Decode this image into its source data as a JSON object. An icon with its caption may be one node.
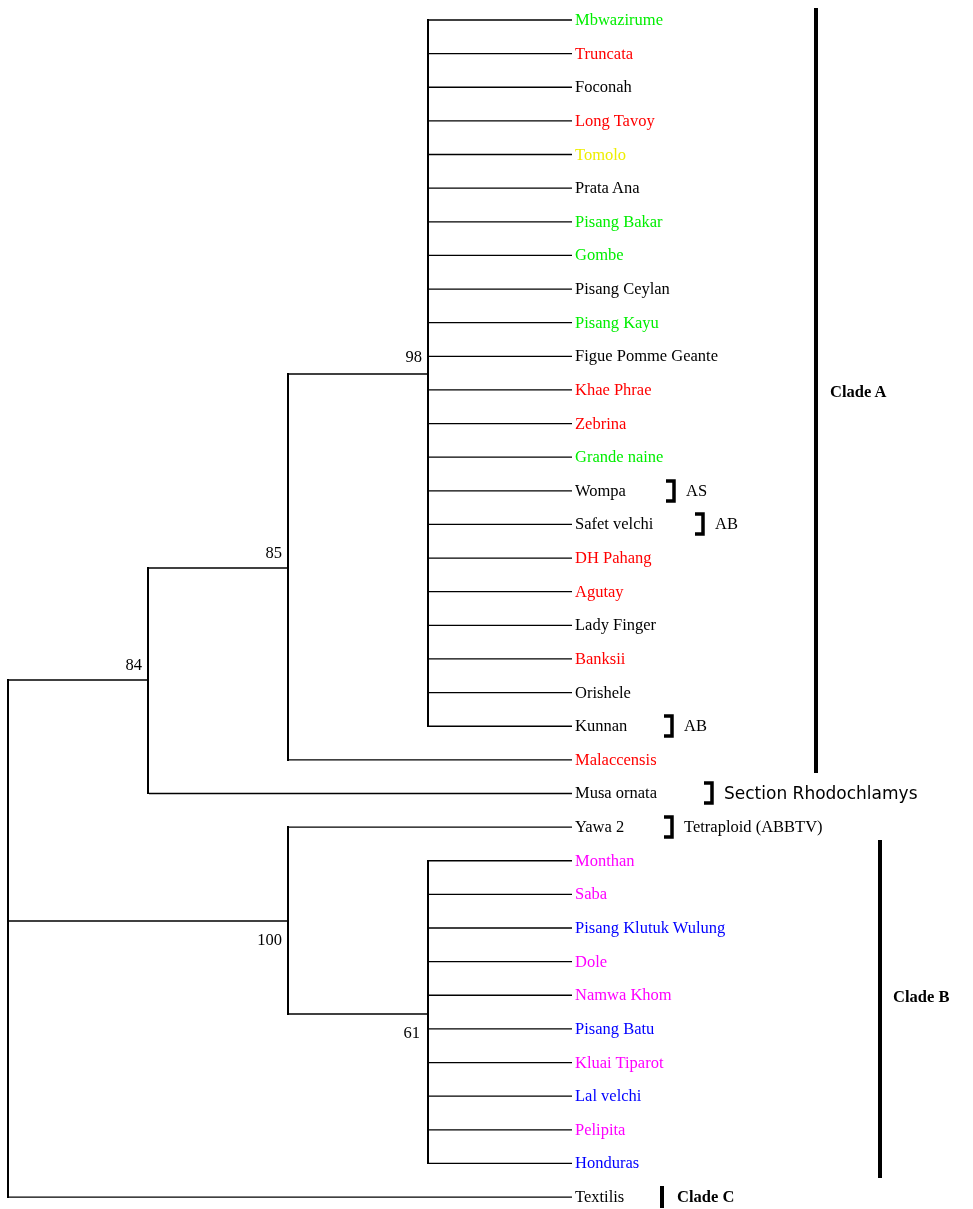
{
  "diagram": {
    "nodes": [
      {
        "text": [],
        "shape": "bar"
      },
      {
        "text": [],
        "shape": "bar",
        "beside": [
          "84"
        ]
      },
      {
        "text": [],
        "shape": "bar",
        "beside": [
          "85"
        ]
      },
      {
        "text": [],
        "shape": "bar",
        "beside": [
          "98"
        ]
      },
      {
        "text": [
          "Mbwazirume"
        ]
      },
      {
        "text": [
          "Truncata"
        ]
      },
      {
        "text": [
          "Foconah"
        ]
      },
      {
        "text": [
          "Long Tavoy"
        ]
      },
      {
        "text": [
          "Tomolo"
        ]
      },
      {
        "text": [
          "Prata Ana"
        ]
      },
      {
        "text": [
          "Pisang Bakar"
        ]
      },
      {
        "text": [
          "Gombe"
        ]
      },
      {
        "text": [
          "Pisang Ceylan"
        ]
      },
      {
        "text": [
          "Pisang Kayu"
        ]
      },
      {
        "text": [
          "Figue Pomme Geante"
        ]
      },
      {
        "text": [
          "Khae Phrae"
        ]
      },
      {
        "text": [
          "Zebrina"
        ]
      },
      {
        "text": [
          "Grande naine"
        ]
      },
      {
        "text": [
          "Wompa",
          "AS"
        ]
      },
      {
        "text": [
          "Safet velchi",
          "AB"
        ]
      },
      {
        "text": [
          "DH Pahang"
        ]
      },
      {
        "text": [
          "Agutay"
        ]
      },
      {
        "text": [
          "Lady Finger"
        ]
      },
      {
        "text": [
          "Banksii"
        ]
      },
      {
        "text": [
          "Orishele"
        ]
      },
      {
        "text": [
          "Kunnan",
          "AB"
        ]
      },
      {
        "text": [
          "Malaccensis"
        ]
      },
      {
        "text": [
          "Musa ornata",
          "Section Rhodochlamys"
        ]
      },
      {
        "text": [],
        "shape": "bar",
        "beside": [
          "100"
        ]
      },
      {
        "text": [
          "Yawa 2",
          "Tetraploid (ABBTV)"
        ]
      },
      {
        "text": [],
        "shape": "bar",
        "beside": [
          "61"
        ]
      },
      {
        "text": [
          "Monthan"
        ]
      },
      {
        "text": [
          "Saba"
        ]
      },
      {
        "text": [
          "Pisang Klutuk Wulung"
        ]
      },
      {
        "text": [
          "Dole"
        ]
      },
      {
        "text": [
          "Namwa Khom"
        ]
      },
      {
        "text": [
          "Pisang Batu"
        ]
      },
      {
        "text": [
          "Kluai Tiparot"
        ]
      },
      {
        "text": [
          "Lal velchi"
        ]
      },
      {
        "text": [
          "Pelipita"
        ]
      },
      {
        "text": [
          "Honduras"
        ]
      },
      {
        "text": [
          "Textilis"
        ]
      }
    ],
    "edges": [
      {
        "from": 0,
        "to": 1,
        "arrow": "none"
      },
      {
        "from": 0,
        "to": 28,
        "arrow": "none"
      },
      {
        "from": 0,
        "to": 41,
        "arrow": "none"
      },
      {
        "from": 1,
        "to": 2,
        "arrow": "none"
      },
      {
        "from": 1,
        "to": 27,
        "arrow": "none"
      },
      {
        "from": 2,
        "to": 3,
        "arrow": "none"
      },
      {
        "from": 2,
        "to": 26,
        "arrow": "none"
      },
      {
        "from": 3,
        "to": 4,
        "arrow": "none"
      },
      {
        "from": 3,
        "to": 5,
        "arrow": "none"
      },
      {
        "from": 3,
        "to": 6,
        "arrow": "none"
      },
      {
        "from": 3,
        "to": 7,
        "arrow": "none"
      },
      {
        "from": 3,
        "to": 8,
        "arrow": "none"
      },
      {
        "from": 3,
        "to": 9,
        "arrow": "none"
      },
      {
        "from": 3,
        "to": 10,
        "arrow": "none"
      },
      {
        "from": 3,
        "to": 11,
        "arrow": "none"
      },
      {
        "from": 3,
        "to": 12,
        "arrow": "none"
      },
      {
        "from": 3,
        "to": 13,
        "arrow": "none"
      },
      {
        "from": 3,
        "to": 14,
        "arrow": "none"
      },
      {
        "from": 3,
        "to": 15,
        "arrow": "none"
      },
      {
        "from": 3,
        "to": 16,
        "arrow": "none"
      },
      {
        "from": 3,
        "to": 17,
        "arrow": "none"
      },
      {
        "from": 3,
        "to": 18,
        "arrow": "none"
      },
      {
        "from": 3,
        "to": 19,
        "arrow": "none"
      },
      {
        "from": 3,
        "to": 20,
        "arrow": "none"
      },
      {
        "from": 3,
        "to": 21,
        "arrow": "none"
      },
      {
        "from": 3,
        "to": 22,
        "arrow": "none"
      },
      {
        "from": 3,
        "to": 23,
        "arrow": "none"
      },
      {
        "from": 3,
        "to": 24,
        "arrow": "none"
      },
      {
        "from": 3,
        "to": 25,
        "arrow": "none"
      },
      {
        "from": 28,
        "to": 29,
        "arrow": "none"
      },
      {
        "from": 28,
        "to": 30,
        "arrow": "none"
      },
      {
        "from": 30,
        "to": 31,
        "arrow": "none"
      },
      {
        "from": 30,
        "to": 32,
        "arrow": "none"
      },
      {
        "from": 30,
        "to": 33,
        "arrow": "none"
      },
      {
        "from": 30,
        "to": 34,
        "arrow": "none"
      },
      {
        "from": 30,
        "to": 35,
        "arrow": "none"
      },
      {
        "from": 30,
        "to": 36,
        "arrow": "none"
      },
      {
        "from": 30,
        "to": 37,
        "arrow": "none"
      },
      {
        "from": 30,
        "to": 38,
        "arrow": "none"
      },
      {
        "from": 30,
        "to": 39,
        "arrow": "none"
      },
      {
        "from": 30,
        "to": 40,
        "arrow": "none"
      }
    ],
    "labels": [
      "Clade A",
      "Clade B",
      "Clade C"
    ]
  }
}
